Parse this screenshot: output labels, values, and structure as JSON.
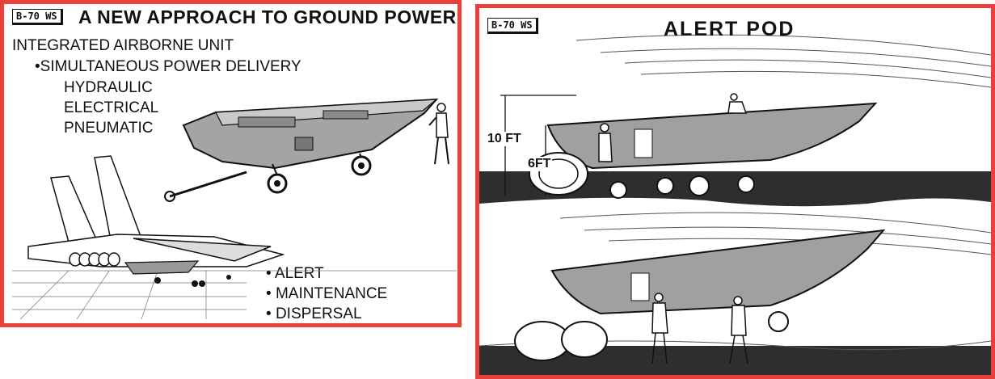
{
  "left": {
    "tag": "B-70 WS",
    "title": "A NEW APPROACH TO GROUND POWER",
    "subtitle": "INTEGRATED AIRBORNE UNIT",
    "bullet_main": "•SIMULTANEOUS POWER DELIVERY",
    "sub_items": [
      "HYDRAULIC",
      "ELECTRICAL",
      "PNEUMATIC"
    ],
    "modes": [
      "ALERT",
      "MAINTENANCE",
      "DISPERSAL"
    ],
    "bullet_glyph": "•"
  },
  "right": {
    "tag": "B-70 WS",
    "title": "ALERT POD",
    "dim_height": "10 FT",
    "dim_width": "6FT"
  },
  "colors": {
    "border": "#e8403a",
    "ink": "#111111",
    "ground": "#2e2e2e",
    "pod": "#9a9a9a"
  }
}
